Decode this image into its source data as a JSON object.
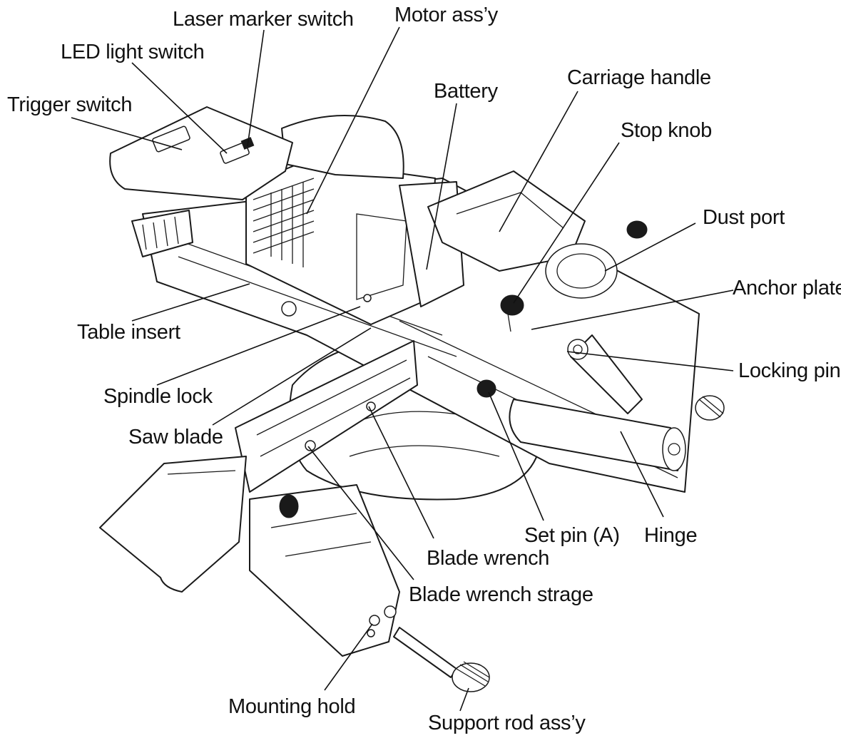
{
  "labels": {
    "laser_marker_switch": "Laser marker switch",
    "motor_assy": "Motor ass’y",
    "led_light_switch": "LED light switch",
    "trigger_switch": "Trigger switch",
    "battery": "Battery",
    "carriage_handle": "Carriage handle",
    "stop_knob": "Stop knob",
    "dust_port": "Dust port",
    "anchor_plate": "Anchor plate",
    "locking_pin": "Locking pin",
    "table_insert": "Table insert",
    "spindle_lock": "Spindle lock",
    "saw_blade": "Saw blade",
    "set_pin_a": "Set pin (A)",
    "hinge": "Hinge",
    "blade_wrench": "Blade wrench",
    "blade_wrench_storage": "Blade wrench strage",
    "mounting_hold": "Mounting hold",
    "support_rod_assy": "Support rod ass’y"
  },
  "colors": {
    "line": "#1a1a1a",
    "background": "#ffffff"
  }
}
